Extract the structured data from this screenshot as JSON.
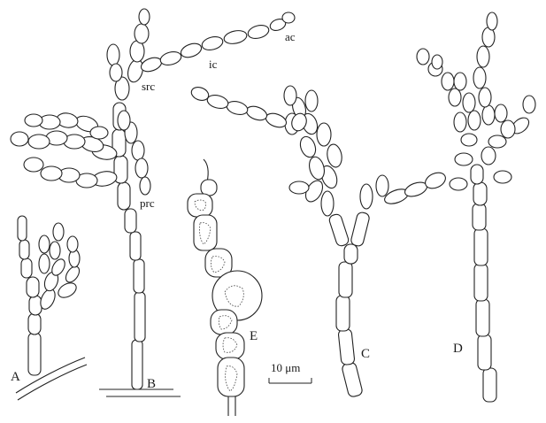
{
  "figure": {
    "panels": [
      {
        "key": "A",
        "label": "A"
      },
      {
        "key": "B",
        "label": "B"
      },
      {
        "key": "C",
        "label": "C"
      },
      {
        "key": "D",
        "label": "D"
      },
      {
        "key": "E",
        "label": "E"
      }
    ],
    "structure_labels": {
      "ac": "ac",
      "ic": "ic",
      "src": "src",
      "prc": "prc"
    },
    "scale_bar": {
      "label": "10 μm",
      "length_um": 10
    },
    "line_color": "#222222",
    "background": "#ffffff"
  }
}
